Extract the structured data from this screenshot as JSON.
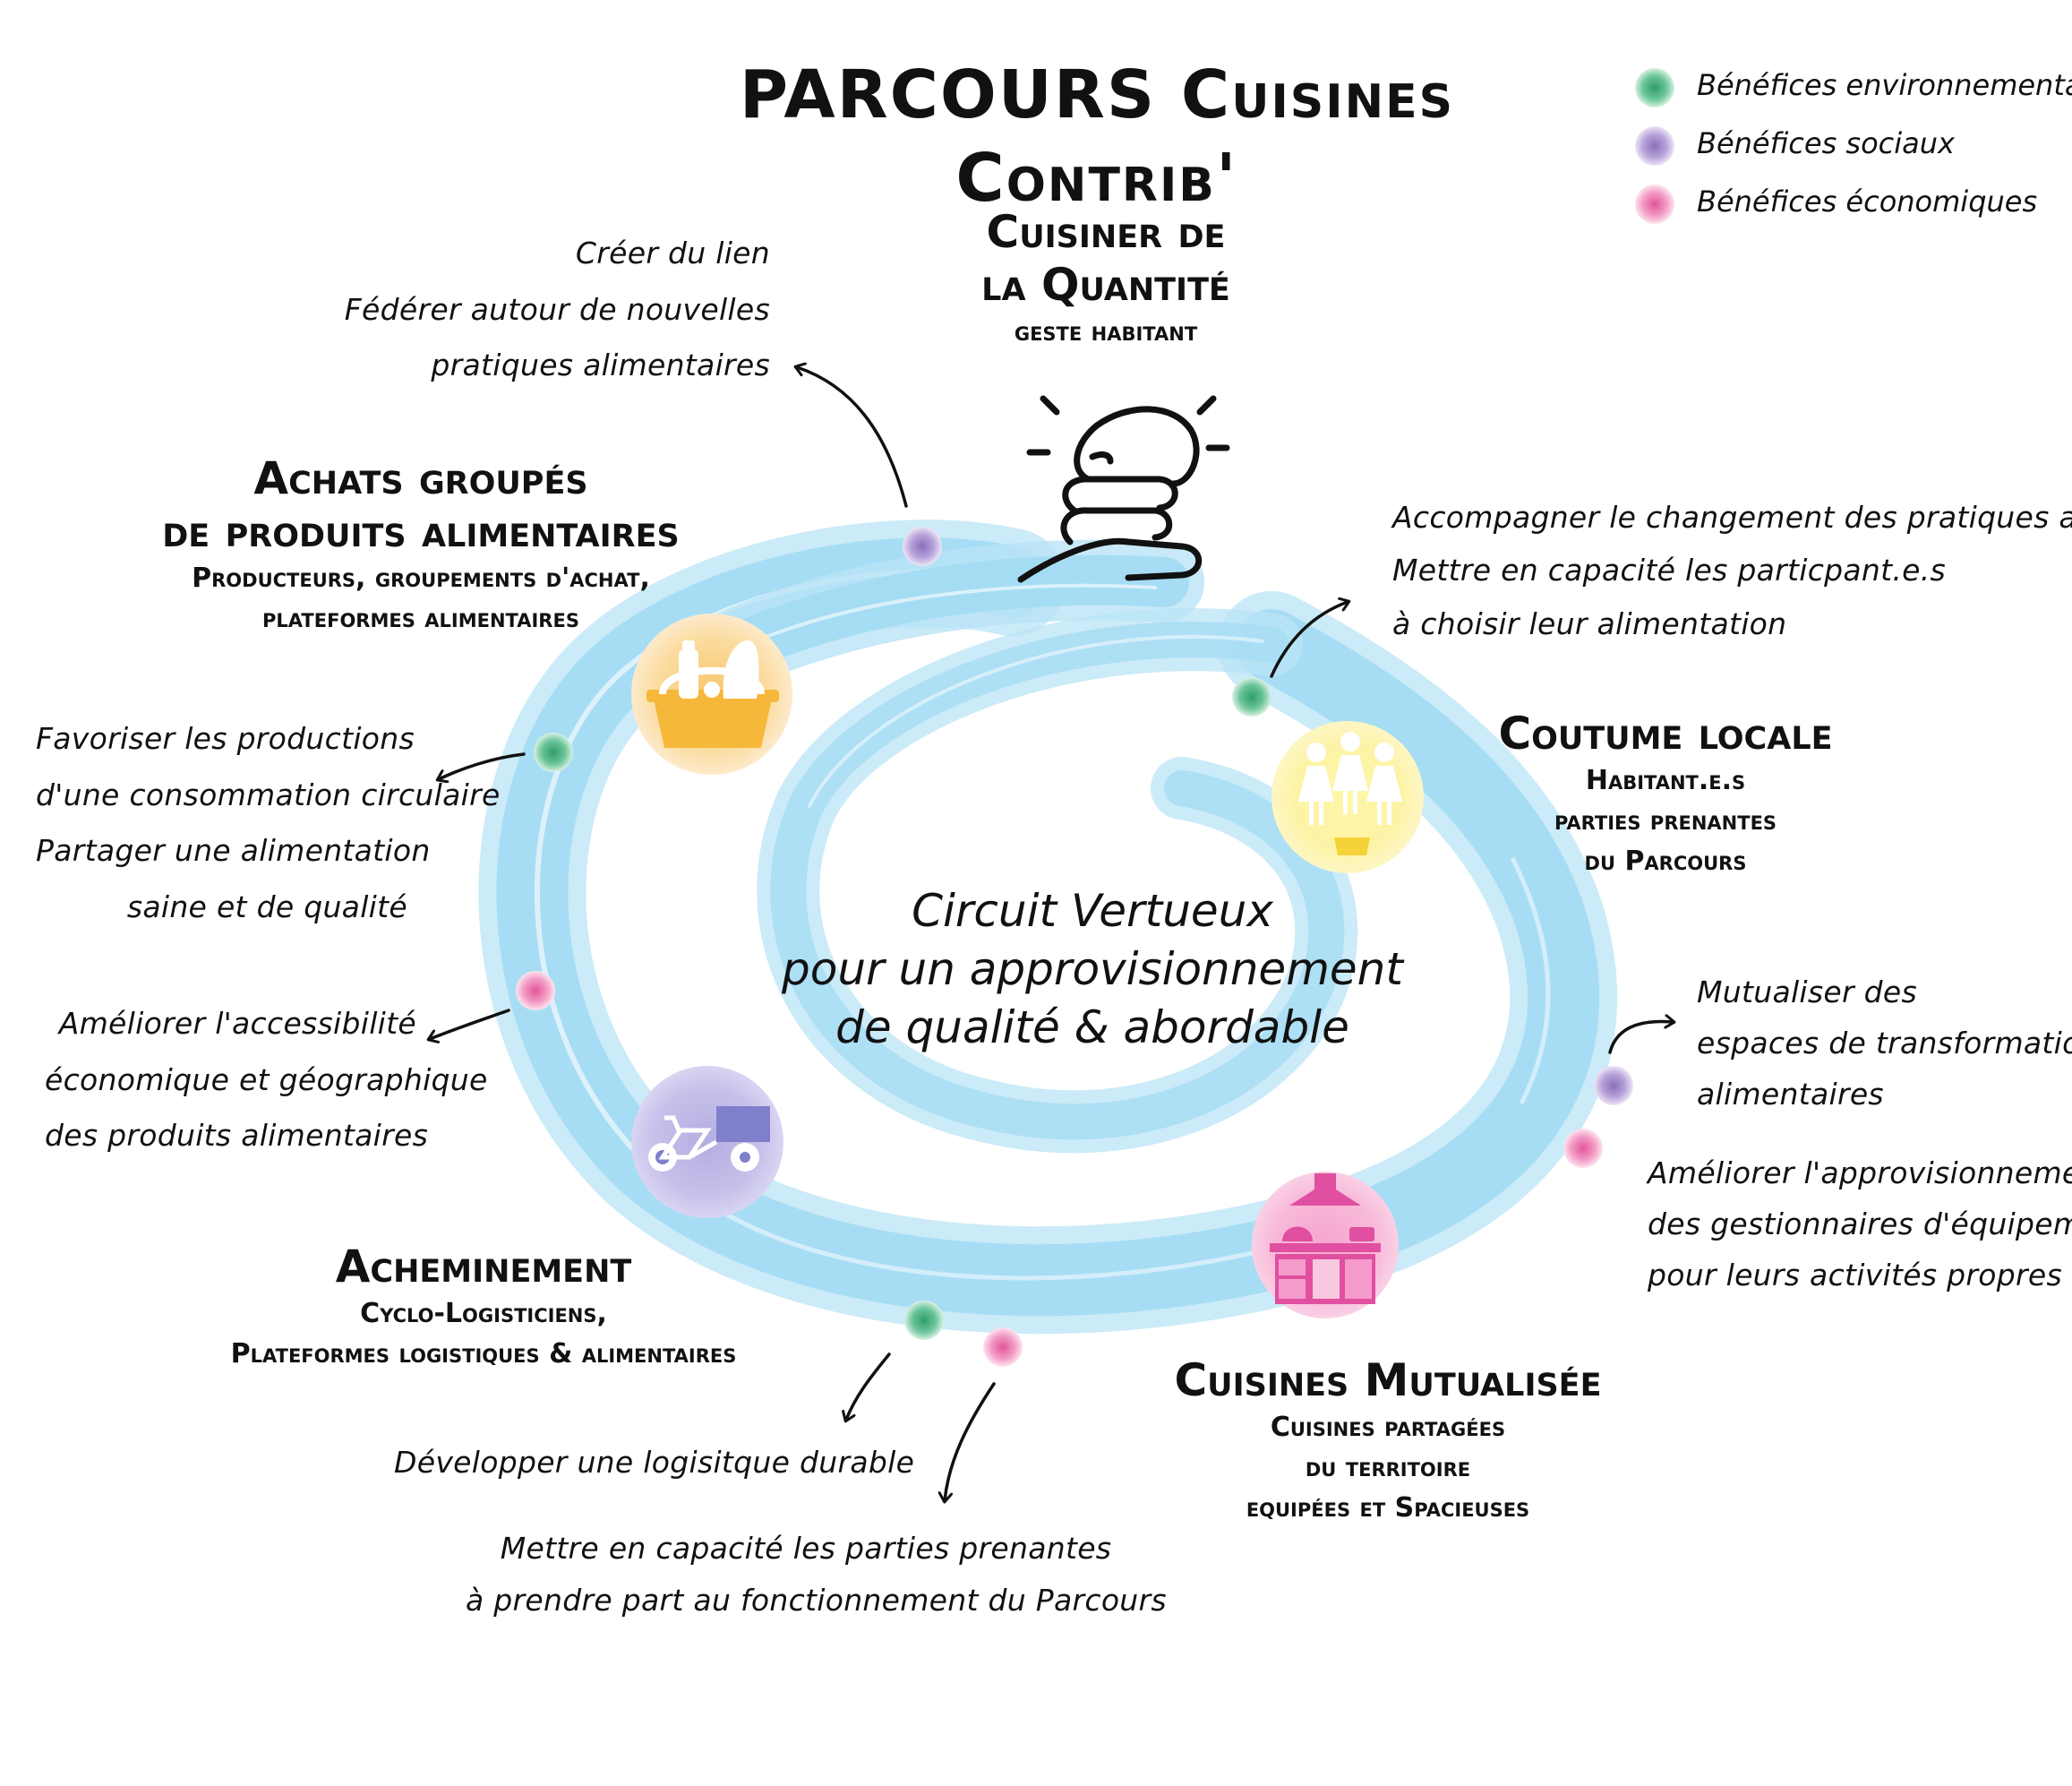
{
  "colors": {
    "env": "#3aae7a",
    "social": "#9a80c4",
    "eco": "#ef6fa8",
    "swirl": "#9ed9f2",
    "yellow": "#f6c14a",
    "kitchen_pink": "#e14fa1",
    "bike_purple": "#7f7fcc"
  },
  "title": "PARCOURS Cuisines Contrib'",
  "legend": [
    {
      "label": "Bénéfices environnementaux",
      "icon": "green-dot-icon"
    },
    {
      "label": "Bénéfices sociaux",
      "icon": "purple-dot-icon"
    },
    {
      "label": "Bénéfices économiques",
      "icon": "pink-dot-icon"
    }
  ],
  "center": {
    "line1": "Circuit Vertueux",
    "line2": "pour un approvisionnement",
    "line3": "de qualité & abordable"
  },
  "stations": {
    "cuisiner": {
      "title1": "Cuisiner de",
      "title2": "la Quantité",
      "sub1": "geste habitant"
    },
    "achats": {
      "title1": "Achats groupés",
      "title2": "de produits alimentaires",
      "sub1": "Producteurs, groupements d'achat,",
      "sub2": "plateformes alimentaires"
    },
    "coutume": {
      "title1": "Coutume locale",
      "sub1": "Habitant.e.s",
      "sub2": "parties prenantes",
      "sub3": "du Parcours"
    },
    "acheminement": {
      "title1": "Acheminement",
      "sub1": "Cyclo-Logisticiens,",
      "sub2": "Plateformes logistiques & alimentaires"
    },
    "mutualisee": {
      "title1": "Cuisines Mutualisée",
      "sub1": "Cuisines partagées",
      "sub2": "du territoire",
      "sub3": "equipées et Spacieuses"
    }
  },
  "benefits": {
    "lien": [
      "Créer du lien",
      "Fédérer autour de nouvelles",
      "pratiques alimentaires"
    ],
    "accompagner": [
      "Accompagner le changement des pratiques alim'",
      "Mettre en capacité les particpant.e.s",
      "à choisir leur alimentation"
    ],
    "favoriser": [
      "Favoriser les productions",
      "d'une consommation circulaire",
      "Partager une alimentation",
      "saine et de qualité"
    ],
    "ameliorer_access": [
      "Améliorer l'accessibilité",
      "économique et géographique",
      "des produits alimentaires"
    ],
    "mutualiser": [
      "Mutualiser des",
      "espaces de transformation",
      "alimentaires"
    ],
    "ameliorer_appro": [
      "Améliorer l'approvisionnement",
      "des gestionnaires d'équipement",
      "pour leurs activités propres"
    ],
    "logistique": [
      "Développer une logisitque durable"
    ],
    "capacite": [
      "Mettre en capacité les parties prenantes",
      "à prendre part au fonctionnement du Parcours"
    ]
  }
}
